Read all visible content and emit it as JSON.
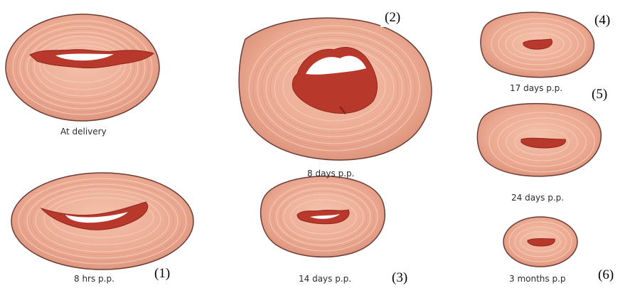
{
  "panels": [
    {
      "caption": "At delivery",
      "marker": ""
    },
    {
      "caption": "8 hrs p.p.",
      "marker": "(1)"
    },
    {
      "caption": "8 days p.p.",
      "marker": "(2)"
    },
    {
      "caption": "14 days p.p.",
      "marker": "(3)"
    },
    {
      "caption": "17 days p.p.",
      "marker": "(4)"
    },
    {
      "caption": "24 days p.p.",
      "marker": "(5)"
    },
    {
      "caption": "3 months p.p",
      "marker": "(6)"
    }
  ],
  "colors": {
    "tissue": "#eba890",
    "tissue_outline": "#6b3b36",
    "fiber": "#f7cdb9",
    "opening": "#b8382c",
    "opening_dark": "#8e2620",
    "background": "#ffffff"
  }
}
